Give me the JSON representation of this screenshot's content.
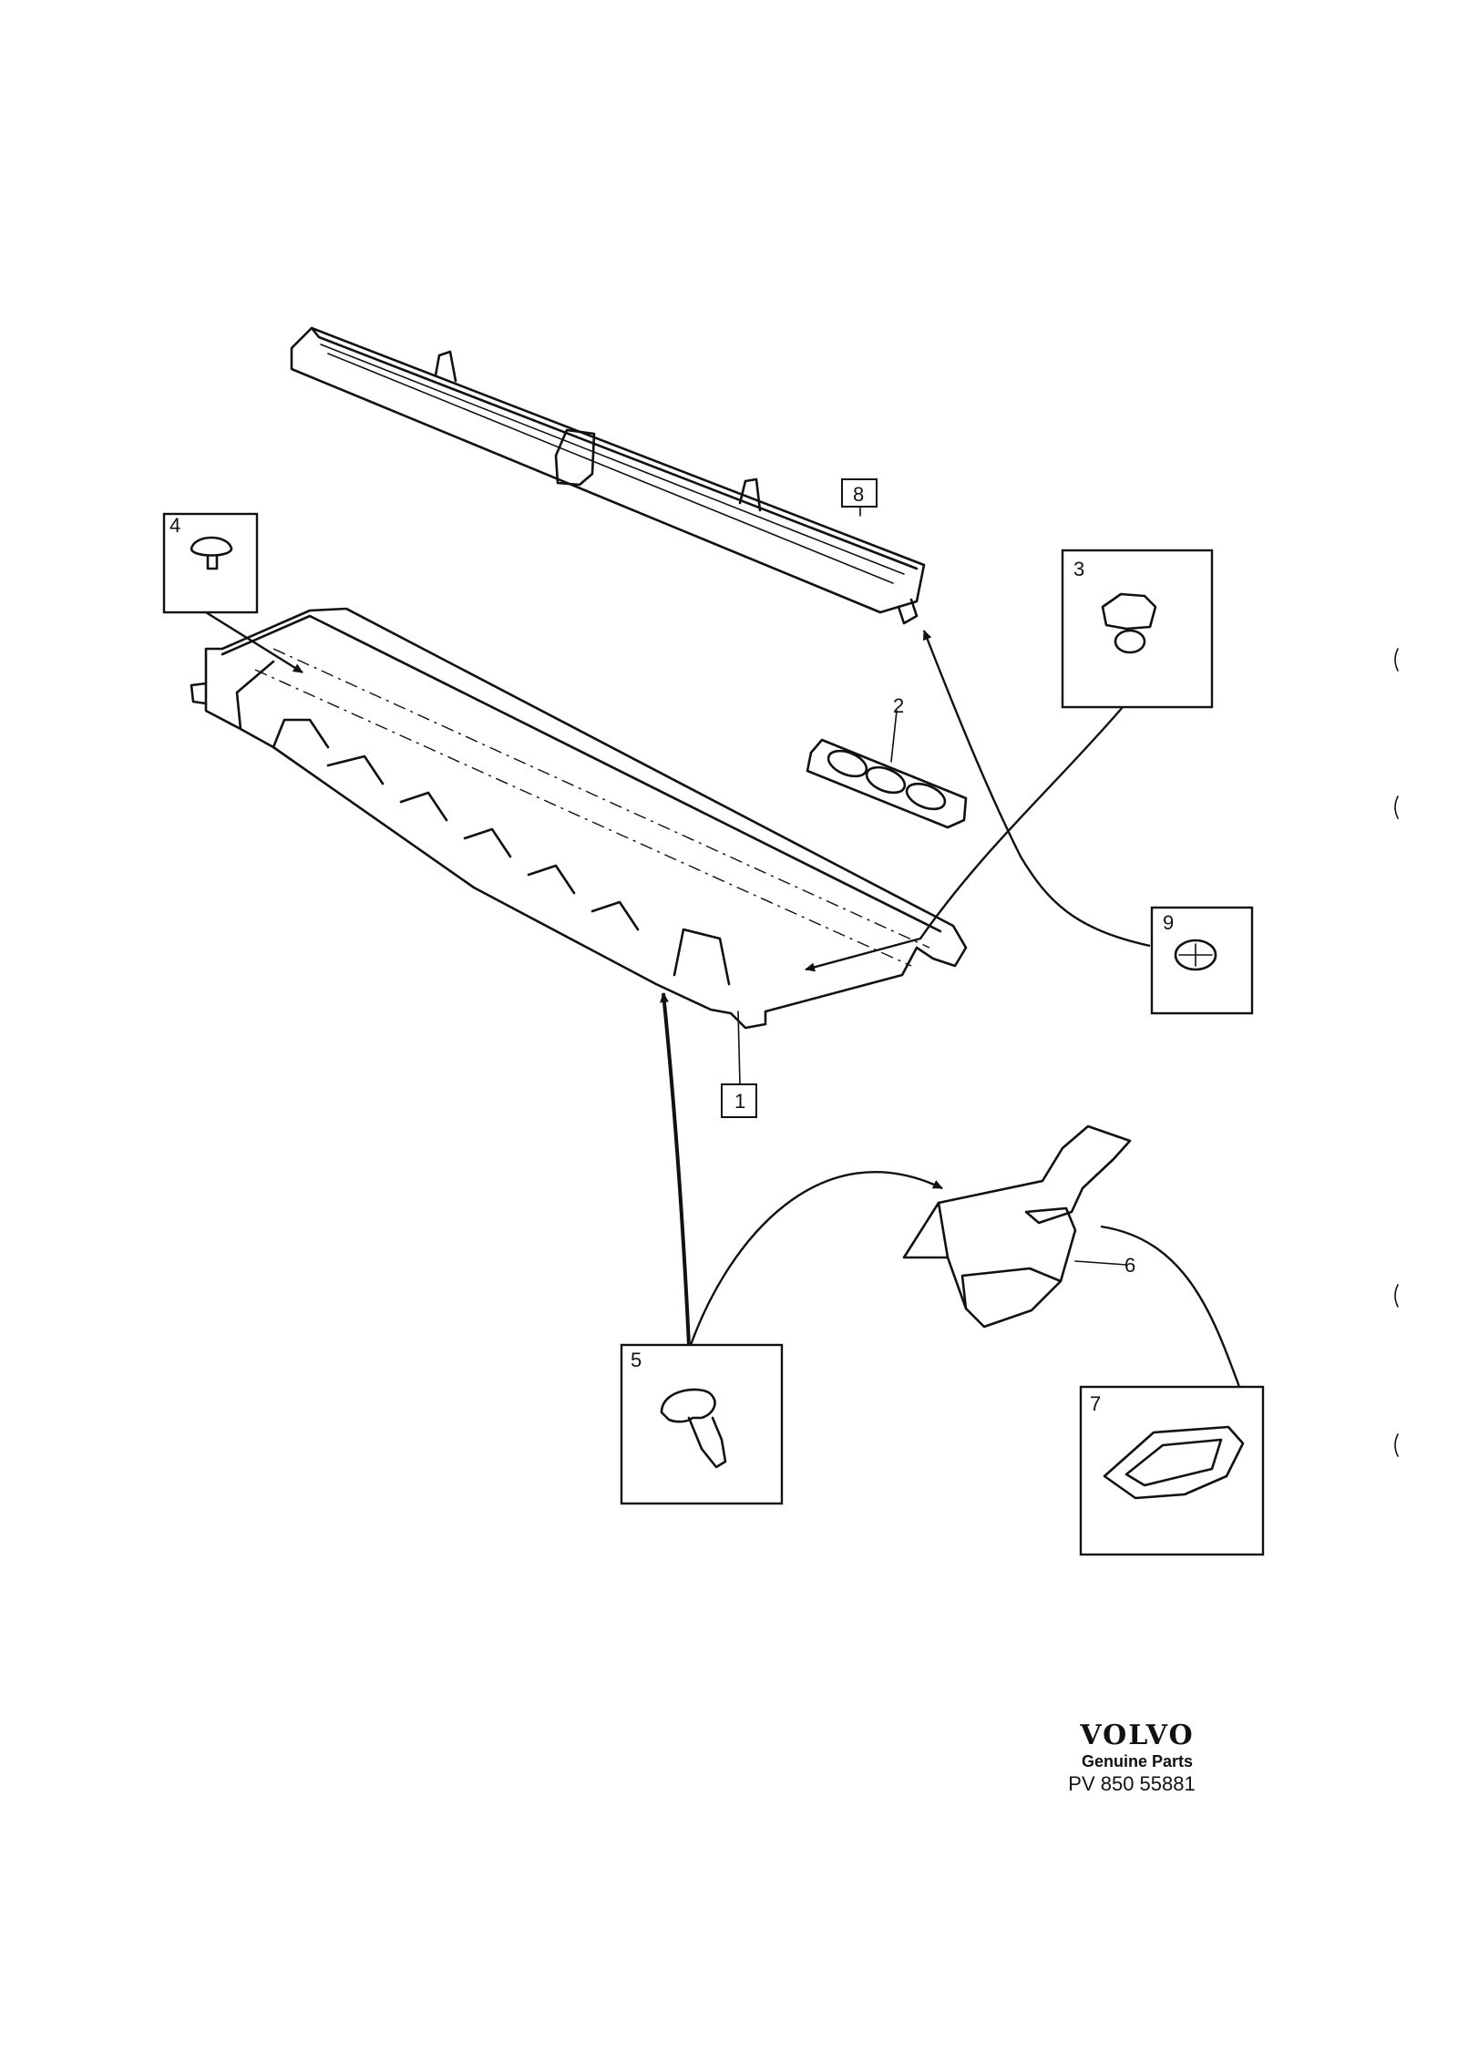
{
  "diagram": {
    "callouts": [
      "1",
      "2",
      "3",
      "4",
      "5",
      "6",
      "7",
      "8",
      "9"
    ]
  },
  "brand": {
    "logo": "VOLVO",
    "subtitle": "Genuine Parts",
    "code": "PV 850 55881"
  }
}
